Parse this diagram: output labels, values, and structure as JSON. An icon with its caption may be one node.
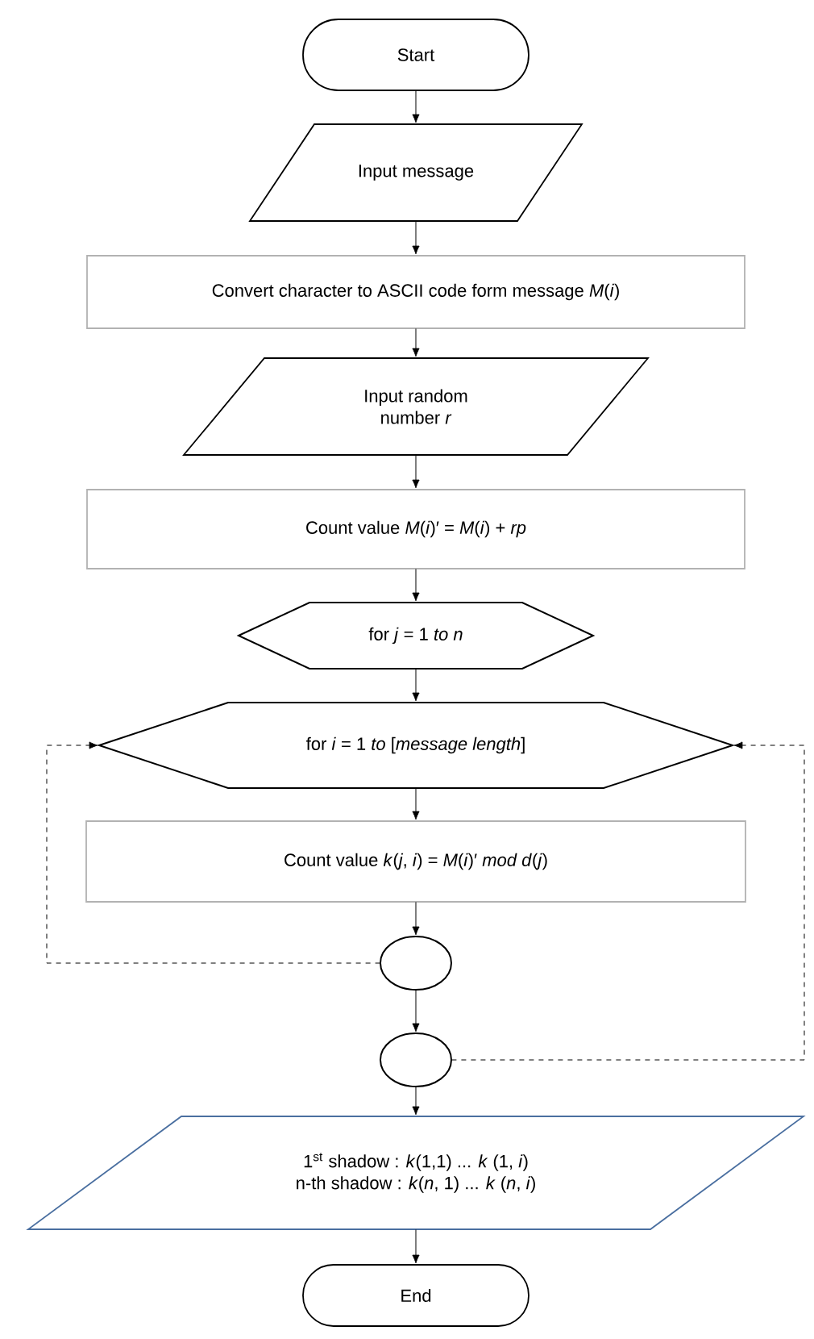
{
  "diagram": {
    "nodes": [
      {
        "text": [
          "Start"
        ]
      },
      {
        "text": [
          "Input message"
        ]
      },
      {
        "text": [
          "Convert character to ASCII code form message *M*(*i*)"
        ]
      },
      {
        "text": [
          "Input random number *r*"
        ]
      },
      {
        "text": [
          "Count value *M*(*i*)′ = *M*(*i*) + *rp*"
        ]
      },
      {
        "text": [
          "for *j* = 1 *to n*"
        ]
      },
      {
        "text": [
          "for *i* = 1 *to* [*message length*]"
        ]
      },
      {
        "text": [
          "Count value *k*(*j*, *i*) = *M*(*i*)′ *mod d*(*j*)"
        ]
      },
      {
        "text": [],
        "shape": "circle"
      },
      {
        "text": [],
        "shape": "circle"
      },
      {
        "text": [
          "1$^{st}$ shadow : *k*(1,1) ... *k* (1, *i*)",
          "n-th shadow : *k*(*n*, 1) ... *k* (*n*, *i*)"
        ]
      },
      {
        "text": [
          "End"
        ]
      }
    ],
    "edges": [
      {
        "from": 0,
        "to": 1,
        "arrow": "to"
      },
      {
        "from": 1,
        "to": 2,
        "arrow": "to"
      },
      {
        "from": 2,
        "to": 3,
        "arrow": "to"
      },
      {
        "from": 3,
        "to": 4,
        "arrow": "to"
      },
      {
        "from": 4,
        "to": 5,
        "arrow": "to"
      },
      {
        "from": 5,
        "to": 6,
        "arrow": "to"
      },
      {
        "from": 6,
        "to": 7,
        "arrow": "to"
      },
      {
        "from": 7,
        "to": 8,
        "arrow": "to"
      },
      {
        "from": 8,
        "to": 9,
        "arrow": "to"
      },
      {
        "from": 9,
        "to": 10,
        "arrow": "to"
      },
      {
        "from": 10,
        "to": 11,
        "arrow": "to"
      },
      {
        "from": 8,
        "to": 6,
        "arrow": "to",
        "style": "dashed"
      },
      {
        "from": 9,
        "to": 6,
        "arrow": "to",
        "style": "dashed"
      }
    ]
  }
}
